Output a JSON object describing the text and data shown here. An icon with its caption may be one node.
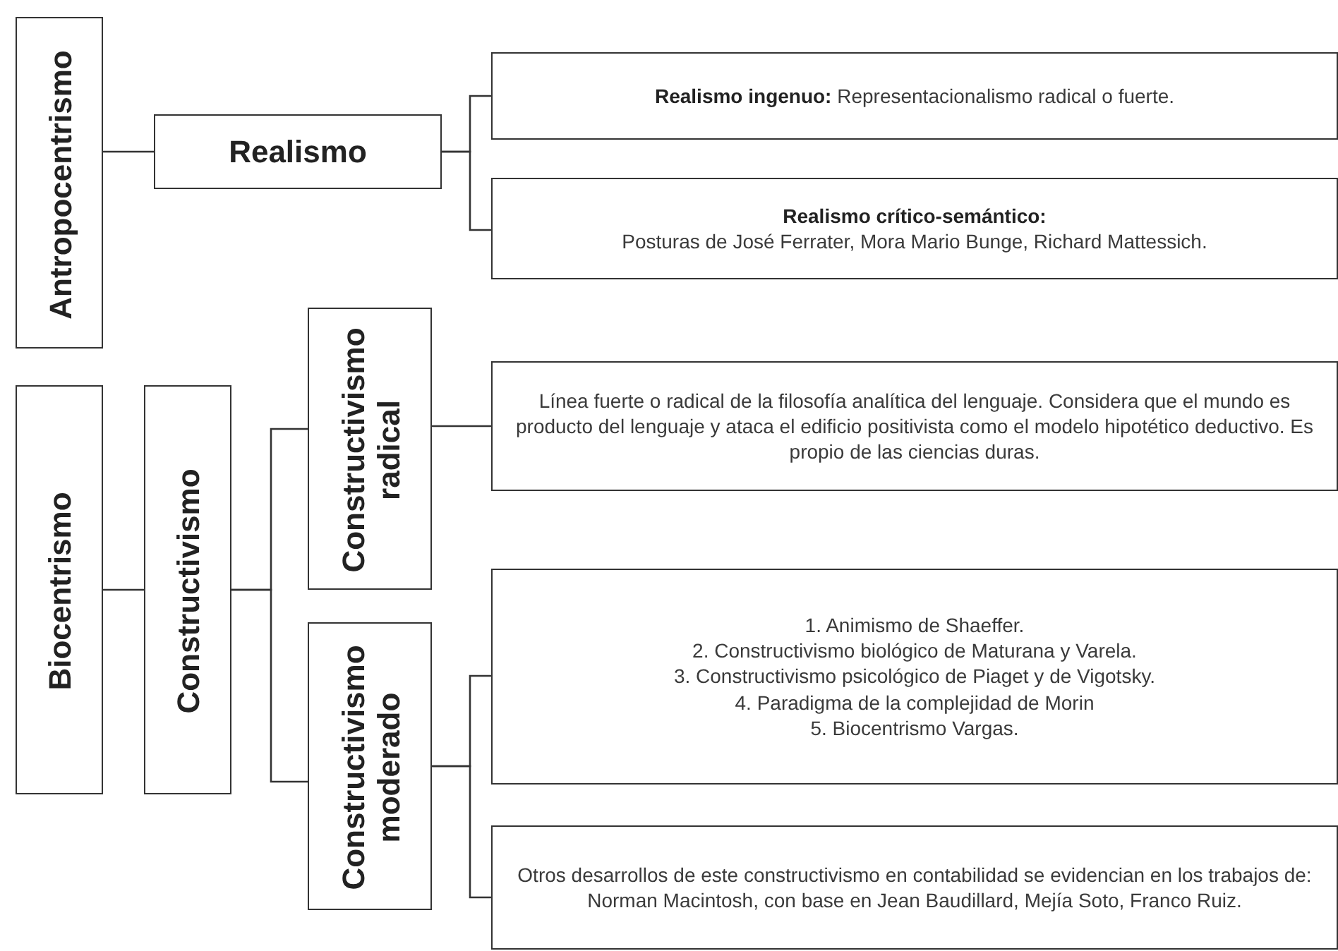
{
  "diagram": {
    "nodes": [
      {
        "text": [
          "Antropocentrismo"
        ]
      },
      {
        "text": [
          "Realismo"
        ]
      },
      {
        "text": [
          "**Realismo ingenuo:** Representacionalismo radical o fuerte."
        ]
      },
      {
        "text": [
          "Realismo crítico-semántico:",
          "Posturas de José Ferrater, Mora Mario Bunge, Richard Mattessich."
        ]
      },
      {
        "text": [
          "Biocentrismo"
        ]
      },
      {
        "text": [
          "Constructivismo"
        ]
      },
      {
        "text": [
          "Constructivismo radical"
        ]
      },
      {
        "text": [
          "Línea fuerte o radical de la filosofía analítica del lenguaje. Considera que el mundo es producto del lenguaje y ataca el edificio positivista como el modelo hipotético deductivo. Es propio de las ciencias duras."
        ]
      },
      {
        "text": [
          "Constructivismo moderado"
        ]
      },
      {
        "text": [
          "1. Animismo de Shaeffer.",
          "2. Constructivismo biológico de Maturana y Varela.",
          "3. Constructivismo psicológico de Piaget y de Vigotsky.",
          "4. Paradigma de la complejidad de Morin",
          "5. Biocentrismo Vargas."
        ]
      },
      {
        "text": [
          "Otros desarrollos de este constructivismo en contabilidad se evidencian en los trabajos de: Norman Macintosh, con base en Jean Baudillard, Mejía Soto, Franco Ruiz."
        ]
      }
    ],
    "edges": [
      {
        "from": 0,
        "to": 1,
        "arrow": "none"
      },
      {
        "from": 1,
        "to": 2,
        "arrow": "none"
      },
      {
        "from": 1,
        "to": 3,
        "arrow": "none"
      },
      {
        "from": 4,
        "to": 5,
        "arrow": "none"
      },
      {
        "from": 5,
        "to": 6,
        "arrow": "none"
      },
      {
        "from": 5,
        "to": 8,
        "arrow": "none"
      },
      {
        "from": 6,
        "to": 7,
        "arrow": "none"
      },
      {
        "from": 8,
        "to": 9,
        "arrow": "none"
      },
      {
        "from": 8,
        "to": 10,
        "arrow": "none"
      }
    ]
  }
}
